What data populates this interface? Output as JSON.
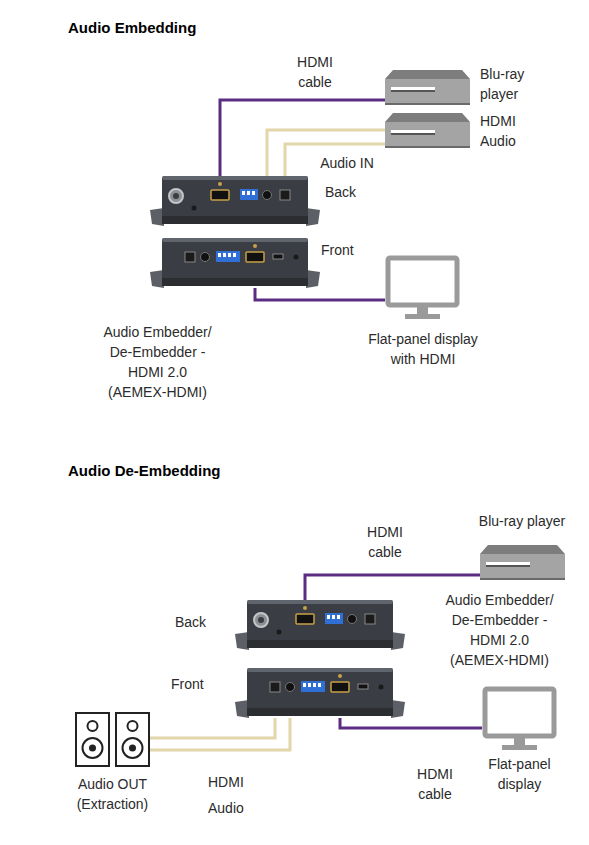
{
  "diagram": {
    "nodes": [
      {
        "text": [
          "Blu-ray player"
        ]
      },
      {
        "text": [
          "HDMI Audio"
        ]
      },
      {
        "text": [
          "Back"
        ]
      },
      {
        "text": [
          "Front"
        ]
      },
      {
        "text": [
          "Flat-panel display with HDMI"
        ]
      },
      {
        "text": [
          "Blu-ray player"
        ]
      },
      {
        "text": [
          "Back"
        ]
      },
      {
        "text": [
          "Front"
        ]
      },
      {
        "text": [
          "Flat-panel display"
        ]
      },
      {
        "text": [
          "Audio OUT (Extraction)"
        ]
      }
    ],
    "edges": [
      {
        "from": 0,
        "to": 2,
        "label": "HDMI cable",
        "arrow": "none"
      },
      {
        "from": 1,
        "to": 2,
        "arrow": "none"
      },
      {
        "from": 1,
        "to": 2,
        "label": "Audio IN",
        "arrow": "none"
      },
      {
        "from": 3,
        "to": 4,
        "arrow": "none"
      },
      {
        "from": 5,
        "to": 6,
        "label": "HDMI cable",
        "arrow": "none"
      },
      {
        "from": 7,
        "to": 8,
        "label": "HDMI cable",
        "arrow": "none"
      },
      {
        "from": 7,
        "to": 9,
        "arrow": "none"
      },
      {
        "from": 7,
        "to": 9,
        "arrow": "none"
      }
    ],
    "labels": [
      "Audio Embedding",
      "Audio Embedder/ De-Embedder - HDMI 2.0 (AEMEX-HDMI)",
      "Audio De-Embedding",
      "Audio Embedder/ De-Embedder - HDMI 2.0 (AEMEX-HDMI)",
      "HDMI",
      "Audio"
    ]
  }
}
